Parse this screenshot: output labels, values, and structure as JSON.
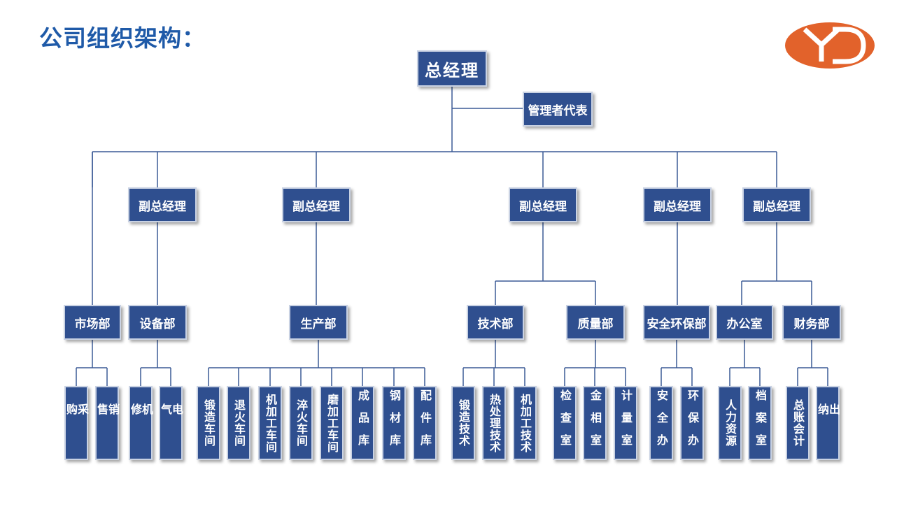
{
  "page": {
    "title": "公司组织架构："
  },
  "logo": {
    "icon": "yd-logo-icon",
    "color": "#e2622b"
  },
  "colors": {
    "box_fill": "#2f4f8f",
    "title": "#1f5aa8",
    "line": "#3b5a96"
  },
  "org": {
    "top": "总经理",
    "rep": "管理者代表",
    "vps": [
      "副总经理",
      "副总经理",
      "副总经理",
      "副总经理",
      "副总经理"
    ],
    "depts": [
      "市场部",
      "设备部",
      "生产部",
      "技术部",
      "质量部",
      "安全环保部",
      "办公室",
      "财务部"
    ],
    "leaves": [
      "采购",
      "销售",
      "机修",
      "电气",
      "锻造车间",
      "退火车间",
      "机加工车间",
      "淬火车间",
      "磨加工车间",
      "成品库",
      "钢材库",
      "配件库",
      "锻造技术",
      "热处理技术",
      "机加工技术",
      "检查室",
      "金相室",
      "计量室",
      "安全办",
      "环保办",
      "人力资源",
      "档案室",
      "总账会计",
      "出纳"
    ]
  }
}
